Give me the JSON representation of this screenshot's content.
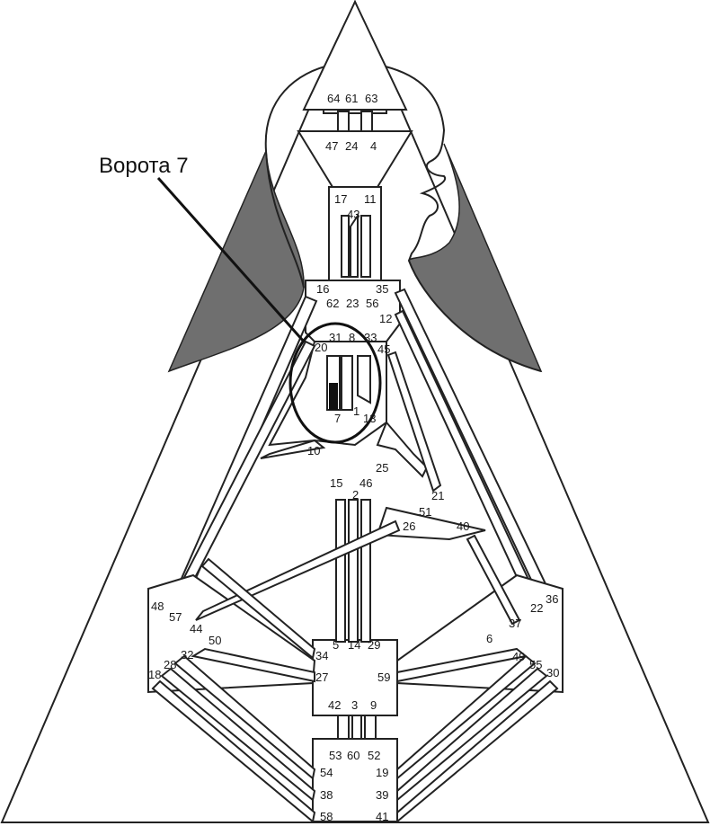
{
  "callout": {
    "label": "Ворота 7"
  },
  "gates": [
    {
      "id": "64",
      "label": "64"
    },
    {
      "id": "61",
      "label": "61"
    },
    {
      "id": "63",
      "label": "63"
    },
    {
      "id": "47",
      "label": "47"
    },
    {
      "id": "24",
      "label": "24"
    },
    {
      "id": "4",
      "label": "4"
    },
    {
      "id": "17",
      "label": "17"
    },
    {
      "id": "43",
      "label": "43"
    },
    {
      "id": "11",
      "label": "11"
    },
    {
      "id": "16",
      "label": "16"
    },
    {
      "id": "62",
      "label": "62"
    },
    {
      "id": "23",
      "label": "23"
    },
    {
      "id": "56",
      "label": "56"
    },
    {
      "id": "35",
      "label": "35"
    },
    {
      "id": "12",
      "label": "12"
    },
    {
      "id": "31",
      "label": "31"
    },
    {
      "id": "8",
      "label": "8"
    },
    {
      "id": "33",
      "label": "33"
    },
    {
      "id": "20",
      "label": "20"
    },
    {
      "id": "45",
      "label": "45"
    },
    {
      "id": "7",
      "label": "7"
    },
    {
      "id": "1",
      "label": "1"
    },
    {
      "id": "13",
      "label": "13"
    },
    {
      "id": "10",
      "label": "10"
    },
    {
      "id": "25",
      "label": "25"
    },
    {
      "id": "15",
      "label": "15"
    },
    {
      "id": "46",
      "label": "46"
    },
    {
      "id": "2",
      "label": "2"
    },
    {
      "id": "21",
      "label": "21"
    },
    {
      "id": "51",
      "label": "51"
    },
    {
      "id": "26",
      "label": "26"
    },
    {
      "id": "40",
      "label": "40"
    },
    {
      "id": "48",
      "label": "48"
    },
    {
      "id": "57",
      "label": "57"
    },
    {
      "id": "44",
      "label": "44"
    },
    {
      "id": "50",
      "label": "50"
    },
    {
      "id": "36",
      "label": "36"
    },
    {
      "id": "22",
      "label": "22"
    },
    {
      "id": "37",
      "label": "37"
    },
    {
      "id": "6",
      "label": "6"
    },
    {
      "id": "34",
      "label": "34"
    },
    {
      "id": "5",
      "label": "5"
    },
    {
      "id": "14",
      "label": "14"
    },
    {
      "id": "29",
      "label": "29"
    },
    {
      "id": "32",
      "label": "32"
    },
    {
      "id": "28",
      "label": "28"
    },
    {
      "id": "18",
      "label": "18"
    },
    {
      "id": "27",
      "label": "27"
    },
    {
      "id": "59",
      "label": "59"
    },
    {
      "id": "49",
      "label": "49"
    },
    {
      "id": "55",
      "label": "55"
    },
    {
      "id": "30",
      "label": "30"
    },
    {
      "id": "42",
      "label": "42"
    },
    {
      "id": "3",
      "label": "3"
    },
    {
      "id": "9",
      "label": "9"
    },
    {
      "id": "53",
      "label": "53"
    },
    {
      "id": "60",
      "label": "60"
    },
    {
      "id": "52",
      "label": "52"
    },
    {
      "id": "54",
      "label": "54"
    },
    {
      "id": "19",
      "label": "19"
    },
    {
      "id": "38",
      "label": "38"
    },
    {
      "id": "39",
      "label": "39"
    },
    {
      "id": "58",
      "label": "58"
    },
    {
      "id": "41",
      "label": "41"
    }
  ],
  "colors": {
    "background": "#ffffff",
    "line": "#222222",
    "shade": "#6f6f6f",
    "highlight": "#111111"
  }
}
